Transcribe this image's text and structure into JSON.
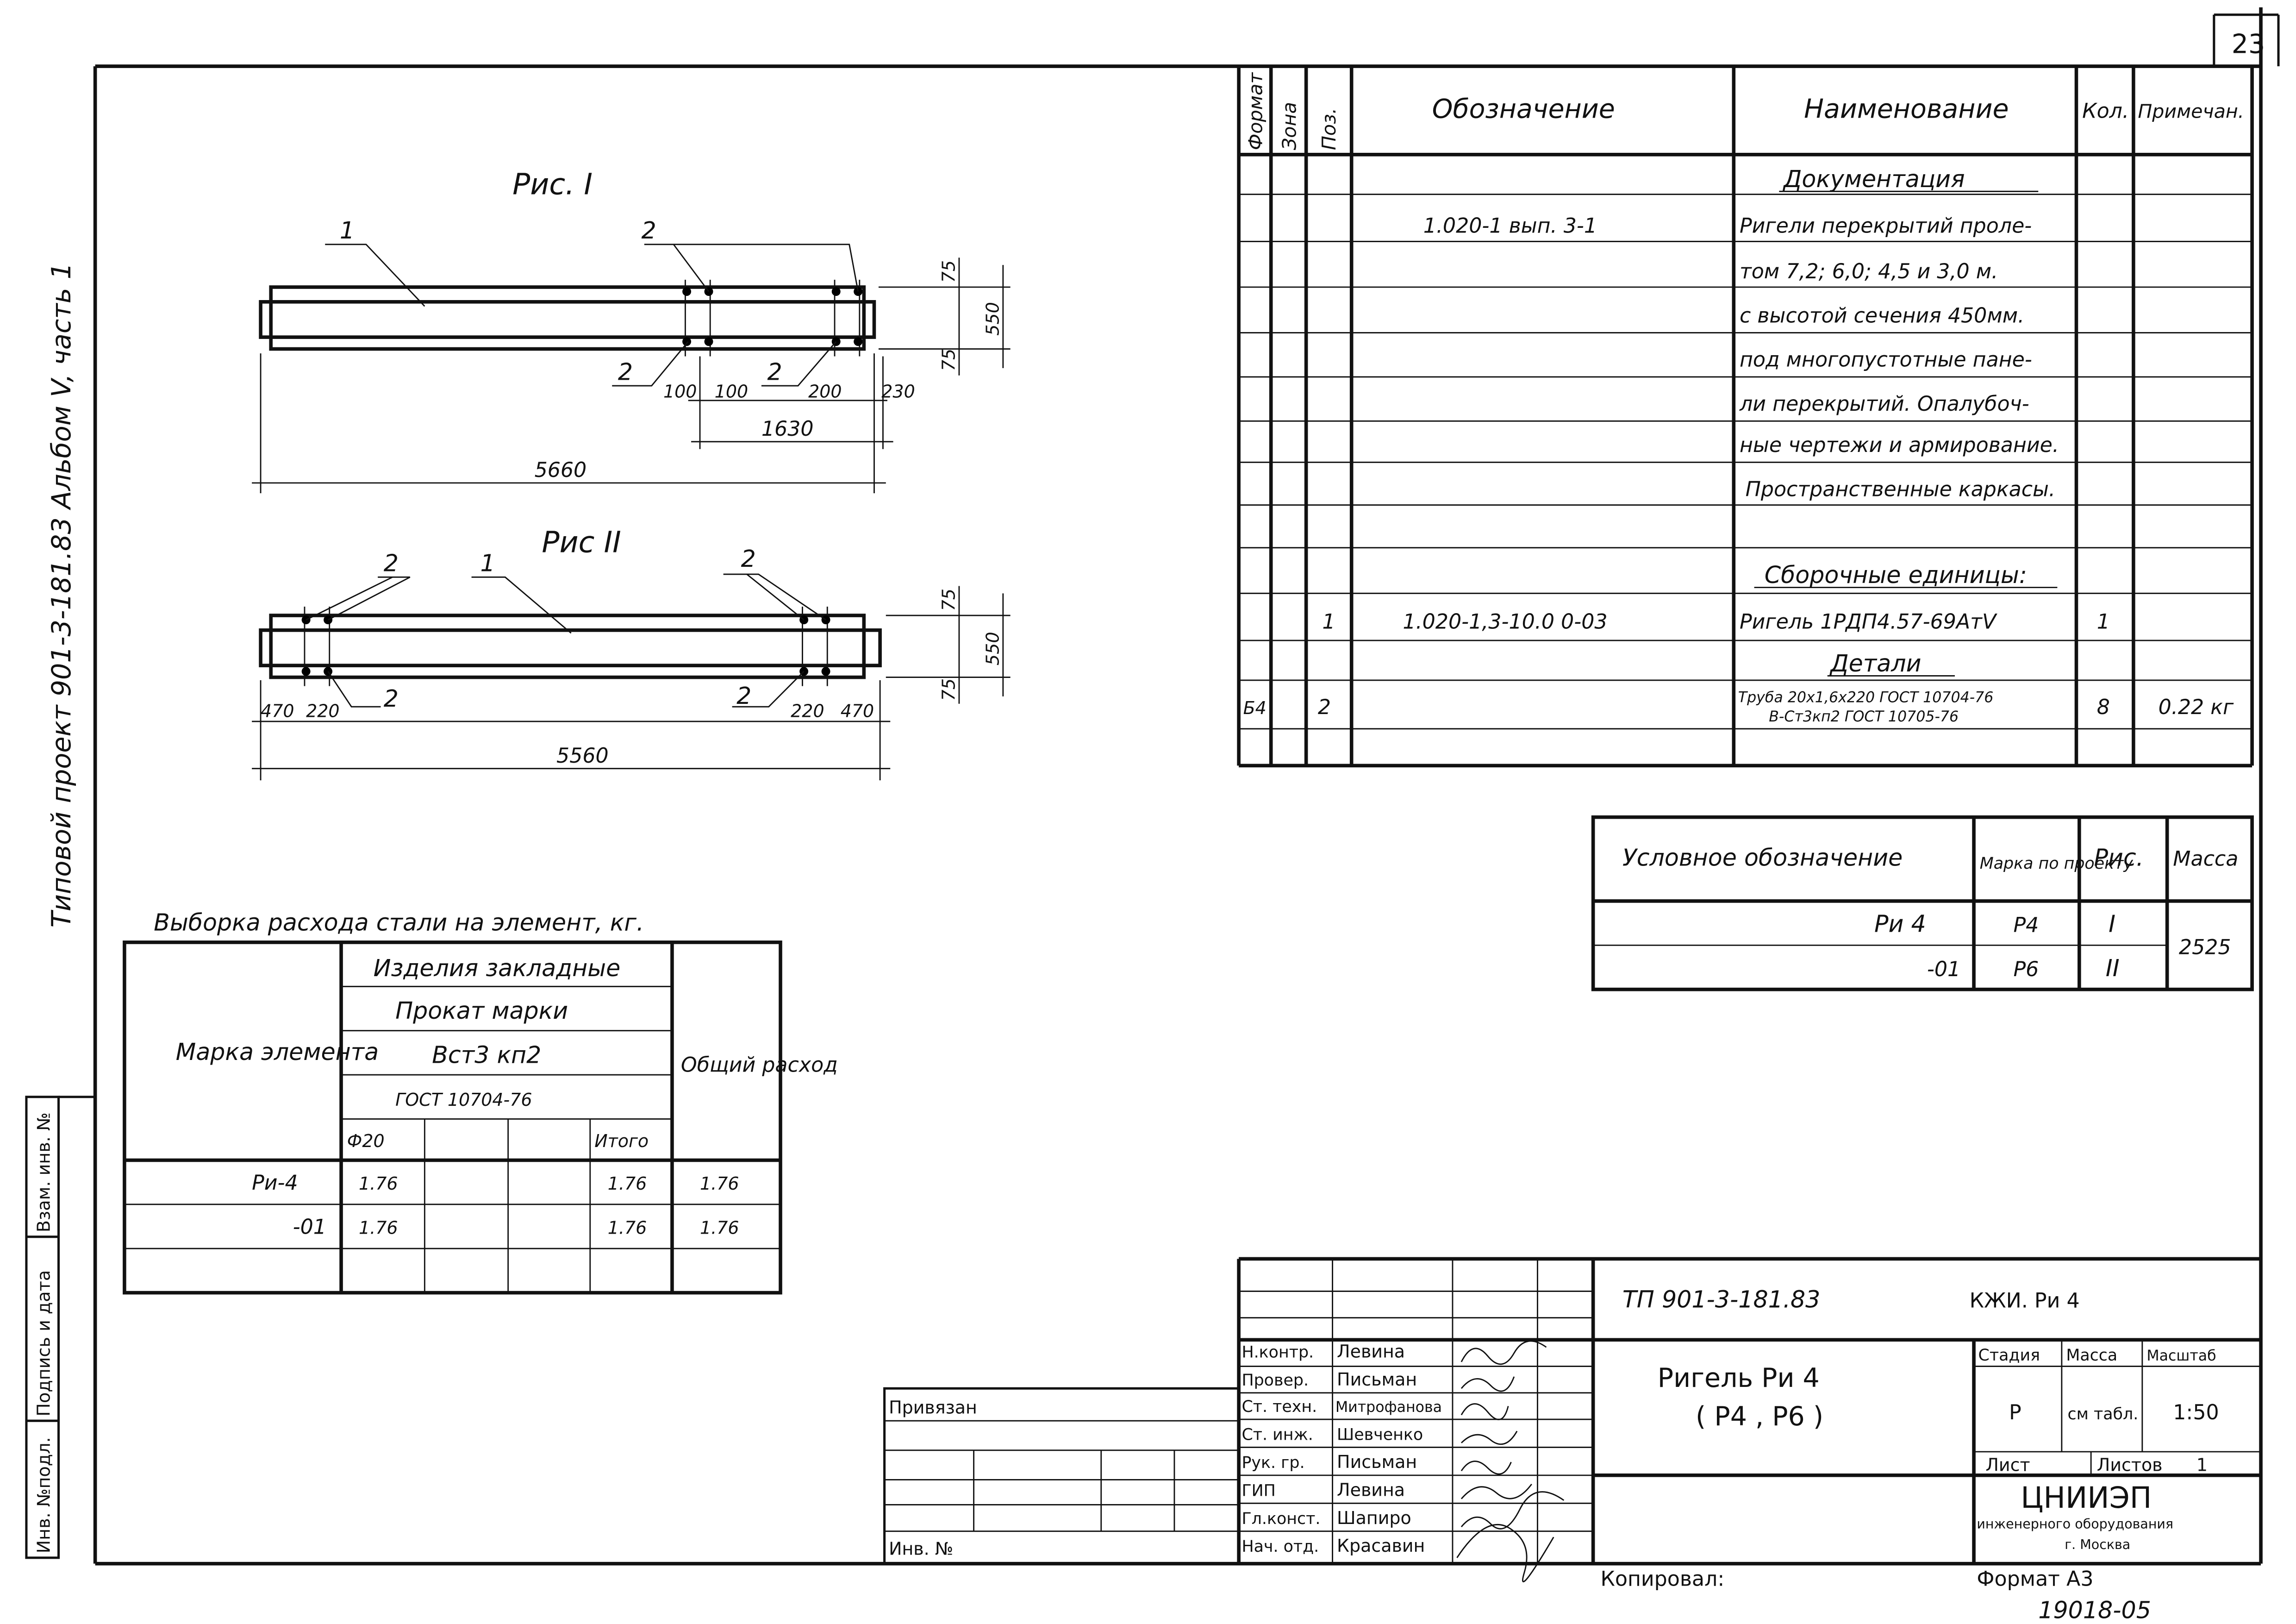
{
  "sheet": {
    "page_number": "23",
    "side_title": "Типовой проект 901-3-181.83 Альбом V, часть 1",
    "side_stamp": [
      "Инв. №подл.",
      "Подпись и дата",
      "Взам. инв. №"
    ]
  },
  "figure1": {
    "title": "Рис. I",
    "labels": [
      "1",
      "2",
      "2",
      "2"
    ],
    "dims": {
      "length": "5660",
      "span": "1630",
      "a": "100",
      "b": "100",
      "c": "200",
      "d": "230",
      "h": "550",
      "t1": "75",
      "t2": "75"
    }
  },
  "figure2": {
    "title": "Рис II",
    "labels": [
      "2",
      "1",
      "2",
      "2",
      "2"
    ],
    "dims": {
      "length": "5560",
      "a": "470",
      "b": "220",
      "c": "220",
      "d": "470",
      "h": "550",
      "t1": "75",
      "t2": "75"
    }
  },
  "spec": {
    "headers": [
      "Формат",
      "Зона",
      "Поз.",
      "Обозначение",
      "Наименование",
      "Кол.",
      "Примечан."
    ],
    "rows": [
      {
        "format": "",
        "zone": "",
        "pos": "",
        "designation": "",
        "name": "Документация",
        "qty": "",
        "note": ""
      },
      {
        "format": "",
        "zone": "",
        "pos": "",
        "designation": "1.020-1      вып. 3-1",
        "name": "Ригели перекрытий проле-",
        "qty": "",
        "note": ""
      },
      {
        "format": "",
        "zone": "",
        "pos": "",
        "designation": "",
        "name": "том 7,2; 6,0; 4,5 и 3,0 м.",
        "qty": "",
        "note": ""
      },
      {
        "format": "",
        "zone": "",
        "pos": "",
        "designation": "",
        "name": "с высотой сечения 450мм.",
        "qty": "",
        "note": ""
      },
      {
        "format": "",
        "zone": "",
        "pos": "",
        "designation": "",
        "name": "под многопустотные пане-",
        "qty": "",
        "note": ""
      },
      {
        "format": "",
        "zone": "",
        "pos": "",
        "designation": "",
        "name": "ли перекрытий. Опалубоч-",
        "qty": "",
        "note": ""
      },
      {
        "format": "",
        "zone": "",
        "pos": "",
        "designation": "",
        "name": "ные чертежи и армирование.",
        "qty": "",
        "note": ""
      },
      {
        "format": "",
        "zone": "",
        "pos": "",
        "designation": "",
        "name": "Пространственные каркасы.",
        "qty": "",
        "note": ""
      },
      {
        "format": "",
        "zone": "",
        "pos": "",
        "designation": "",
        "name": "",
        "qty": "",
        "note": ""
      },
      {
        "format": "",
        "zone": "",
        "pos": "",
        "designation": "",
        "name": "Сборочные единицы:",
        "qty": "",
        "note": ""
      },
      {
        "format": "",
        "zone": "",
        "pos": "1",
        "designation": "1.020-1,3-10.0 0-03",
        "name": "Ригель 1РДП4.57-69АтV",
        "qty": "1",
        "note": ""
      },
      {
        "format": "",
        "zone": "",
        "pos": "",
        "designation": "",
        "name": "Детали",
        "qty": "",
        "note": ""
      },
      {
        "format": "Б4",
        "zone": "",
        "pos": "2",
        "designation": "",
        "name": "Труба 20х1,6х220 ГОСТ 10704-76",
        "name2": "В-Ст3кп2 ГОСТ 10705-76",
        "qty": "8",
        "note": "0.22 кг"
      }
    ]
  },
  "marks": {
    "headers": [
      "Условное обозначение",
      "Марка по проекту",
      "Рис.",
      "Масса"
    ],
    "rows": [
      {
        "designation": "Ри 4",
        "mark": "Р4",
        "fig": "I",
        "mass": "2525"
      },
      {
        "designation": "-01",
        "mark": "Р6",
        "fig": "II",
        "mass": ""
      }
    ]
  },
  "steel": {
    "title": "Выборка расхода стали на элемент, кг.",
    "header_mark": "Марка элемента",
    "header_group": "Изделия закладные",
    "header_prokat": "Прокат марки",
    "header_steel": "Вст3 кп2",
    "header_gost": "ГОСТ 10704-76",
    "header_total": "Общий расход",
    "sub_headers": [
      "Ф20",
      "",
      "",
      "Итого"
    ],
    "rows": [
      {
        "mark": "Ри-4",
        "f20": "1.76",
        "c2": "",
        "c3": "",
        "itogo": "1.76",
        "total": "1.76"
      },
      {
        "mark": "-01",
        "f20": "1.76",
        "c2": "",
        "c3": "",
        "itogo": "1.76",
        "total": "1.76"
      }
    ]
  },
  "stamp": {
    "project": "ТП 901-3-181.83",
    "code": "КЖИ. Ри 4",
    "title_line1": "Ригель  Ри 4",
    "title_line2": "( Р4 ,  Р6 )",
    "stage_label": "Стадия",
    "mass_label": "Масса",
    "scale_label": "Масштаб",
    "stage": "Р",
    "mass": "см табл.",
    "scale": "1:50",
    "sheet_label": "Лист",
    "sheets_label": "Листов",
    "sheets": "1",
    "org_name": "ЦНИИЭП",
    "org_line2": "инженерного оборудования",
    "org_line3": "г. Москва",
    "roles": [
      {
        "role": "Н.контр.",
        "name": "Левина"
      },
      {
        "role": "Провер.",
        "name": "Письман"
      },
      {
        "role": "Ст. техн.",
        "name": "Митрофанова"
      },
      {
        "role": "Ст. инж.",
        "name": "Шевченко"
      },
      {
        "role": "Рук. гр.",
        "name": "Письман"
      },
      {
        "role": "ГИП",
        "name": "Левина"
      },
      {
        "role": "Гл.конст.",
        "name": "Шапиро"
      },
      {
        "role": "Нач. отд.",
        "name": "Красавин"
      }
    ],
    "privyazan": "Привязан",
    "inv_no": "Инв. №",
    "copied": "Копировал:",
    "format": "Формат А3",
    "bottom_number": "19018-05"
  }
}
